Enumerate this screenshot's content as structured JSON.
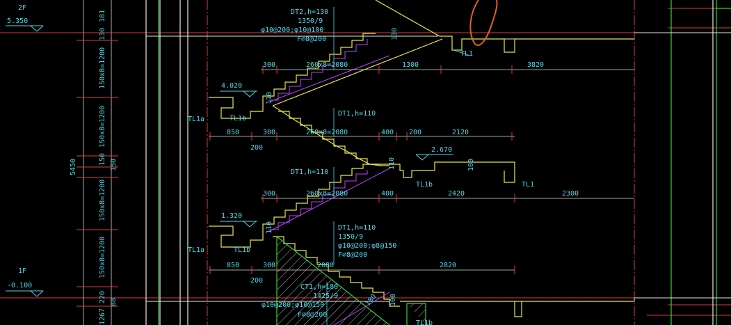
{
  "colors": {
    "background": "#000000",
    "axis_red": "#e03a3a",
    "wall_white": "#e8e8e8",
    "structure_yellow": "#e8e84a",
    "column_green": "#35d435",
    "text_cyan": "#4fd8e8",
    "dim_white": "#d8d8d8",
    "rebar_magenta": "#c040ff",
    "markup_orange": "#e0602a"
  },
  "levels": {
    "floor_2": {
      "name": "2F",
      "elevation": "5.350"
    },
    "floor_1": {
      "name": "1F",
      "elevation": "-0.100"
    }
  },
  "vertical_dims": {
    "total": "5450",
    "d181": "181",
    "d130": "130",
    "flight_top": "150x8=1200",
    "flight_upper": "150x8=1200",
    "d150": "150",
    "d150b": "150",
    "flight_lower": "150x8=1200",
    "flight_bottom": "150x8=1200",
    "d220": "220",
    "d88": "88",
    "d1267": "1267"
  },
  "landing_levels": {
    "l4020": "4.020",
    "l2670": "2.670",
    "l1320": "1.320"
  },
  "flights": {
    "dt2": {
      "name": "DT2,h=130",
      "ratio": "1350/9",
      "rebar_main": "φ10@200;φ10@100",
      "rebar_dist": "F⌀8@200"
    },
    "dt1_upper": {
      "name": "DT1,h=110"
    },
    "dt1_mid": {
      "name": "DT1,h=110"
    },
    "dt1_lower": {
      "name": "DT1,h=110",
      "ratio": "1350/9",
      "rebar_main": "φ10@200;φ8@150",
      "rebar_dist": "F⌀8@200"
    },
    "ct1": {
      "name": "CT1,h=180",
      "ratio": "1425/9",
      "rebar_main": "φ10@200;φ10@150",
      "rebar_dist": "F⌀8@200"
    }
  },
  "beams": {
    "tl1_top": "TL1",
    "tl1a_upper": "TL1a",
    "tl1b_upper": "TL1b",
    "tl1b_mid": "TL1b",
    "tl1_mid": "TL1",
    "tl1a_lower": "TL1a",
    "tl1b_lower": "TL1b",
    "tl1b_bottom": "TL1b"
  },
  "horizontal_dims": {
    "row1": {
      "a": "300",
      "b": "260x8=2080",
      "c": "1300",
      "d": "3820"
    },
    "row2": {
      "a": "850",
      "b": "300",
      "c": "260x8=2080",
      "d": "400",
      "e": "200",
      "f": "2120",
      "g": "200"
    },
    "row3": {
      "a": "300",
      "b": "260x8=2080",
      "c": "400",
      "d": "2420",
      "e": "2300"
    },
    "row4": {
      "a": "850",
      "b": "300",
      "c": "2080",
      "d": "2820",
      "e": "200"
    }
  },
  "step_marks": {
    "s130": "130",
    "s110a": "110",
    "s100": "100",
    "s110b": "110",
    "s110c": "110",
    "s100b": "100",
    "s180": "180"
  }
}
